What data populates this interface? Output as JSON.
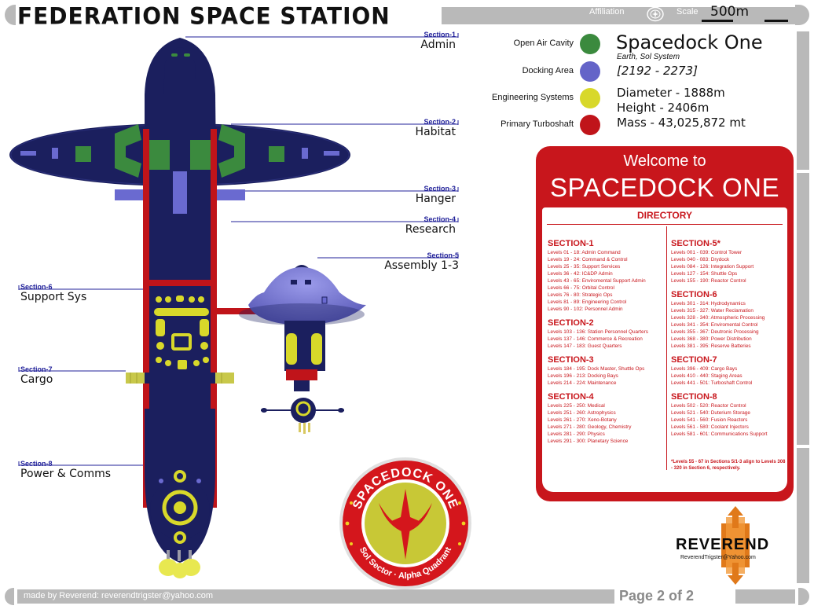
{
  "header": {
    "title": "FEDERATION SPACE STATION",
    "affiliation_label": "Affiliation",
    "affiliation_icon": "federation-seal-icon",
    "scale_label": "Scale",
    "scale_value": "500m"
  },
  "sections": [
    {
      "num": "Section-1",
      "name": "Admin"
    },
    {
      "num": "Section-2",
      "name": "Habitat"
    },
    {
      "num": "Section-3",
      "name": "Hanger"
    },
    {
      "num": "Section-4",
      "name": "Research"
    },
    {
      "num": "Section-5",
      "name": "Assembly 1-3"
    },
    {
      "num": "Section-6",
      "name": "Support Sys"
    },
    {
      "num": "Section-7",
      "name": "Cargo"
    },
    {
      "num": "Section-8",
      "name": "Power & Comms"
    }
  ],
  "legend": [
    {
      "label": "Open Air Cavity",
      "color": "#3b8a3e"
    },
    {
      "label": "Docking Area",
      "color": "#6464c8"
    },
    {
      "label": "Engineering Systems",
      "color": "#d8d82a"
    },
    {
      "label": "Primary Turboshaft",
      "color": "#c0141a"
    }
  ],
  "station": {
    "name": "Spacedock One",
    "location": "Earth, Sol System",
    "years": "[2192 - 2273]",
    "diameter": "Diameter - 1888m",
    "height": "Height - 2406m",
    "mass": "Mass - 43,025,872 mt"
  },
  "directory": {
    "welcome": "Welcome to",
    "title": "SPACEDOCK ONE",
    "heading": "DIRECTORY",
    "left": [
      {
        "title": "SECTION-1",
        "lines": [
          "Levels 01 - 18: Admin Command",
          "Levels 19 - 24: Command & Control",
          "Levels 25 - 35: Support Services",
          "Levels 36 - 42: IC&DP Admin",
          "Levels 43 - 65: Enviromental Support Admin",
          "Levels 66 - 75: Orbital Control",
          "Levels 76 - 80: Strategic Ops",
          "Levels 81 - 89: Engineering Control",
          "Levels 90 - 102: Personnel Admin"
        ]
      },
      {
        "title": "SECTION-2",
        "lines": [
          "Levels 103 - 136: Station Personnel Quarters",
          "Levels 137 - 146: Commerce & Recreation",
          "Levels 147 - 183: Guest Quarters"
        ]
      },
      {
        "title": "SECTION-3",
        "lines": [
          "Levels 184 - 195: Dock Master, Shuttle Ops",
          "Levels 196 - 213: Docking Bays",
          "Levels 214 - 224: Maintenance"
        ]
      },
      {
        "title": "SECTION-4",
        "lines": [
          "Levels 225 - 250: Medical",
          "Levels 251 - 260: Astrophysics",
          "Levels 261 - 270: Xeno-Botany",
          "Levels 271 - 280: Geology, Chemistry",
          "Levels 281 - 290: Physics",
          "Levels 291 - 300: Planetary Science"
        ]
      }
    ],
    "right": [
      {
        "title": "SECTION-5*",
        "lines": [
          "Levels 001 - 039: Control Tower",
          "Levels 040 - 083: Drydock",
          "Levels 084 - 126: Integration Support",
          "Levels 127 - 154: Shuttle Ops",
          "Levels 155 - 190: Reactor Control"
        ]
      },
      {
        "title": "SECTION-6",
        "lines": [
          "Levels 301 - 314: Hydrodynamics",
          "Levels 315 - 327: Water Reclamation",
          "Levels 328 - 340: Atmospheric Processing",
          "Levels 341 - 354: Enviromental Control",
          "Levels 355 - 367: Deutronic Processing",
          "Levels 368 - 380: Power Distribution",
          "Levels 381 - 395: Reserve Batteries"
        ]
      },
      {
        "title": "SECTION-7",
        "lines": [
          "Levels 396 - 409: Cargo Bays",
          "Levels 410 - 440: Staging Areas",
          "Levels 441 - 501: Turboshaft Control"
        ]
      },
      {
        "title": "SECTION-8",
        "lines": [
          "Levels 502 - 520: Reactor Control",
          "Levels 521 - 540: Duterium Storage",
          "Levels 541 - 560: Fusion Reactors",
          "Levels 561 - 580: Coolant Injectors",
          "Levels 581 - 601: Communications Support"
        ]
      }
    ],
    "note": "*Levels 55 - 67 in Sections 5/1-3 align to Levels 308 - 320 in Section 6, respectively."
  },
  "emblem": {
    "top_text": "SPACEDOCK ONE",
    "bottom_text": "Sol Sector · Alpha Quadrant"
  },
  "logo": {
    "name": "REVEREND",
    "email": "ReverendTrigster@Yahoo.com"
  },
  "footer": {
    "credit": "made by Reverend: reverendtrigster@yahoo.com",
    "page": "Page 2 of 2"
  }
}
